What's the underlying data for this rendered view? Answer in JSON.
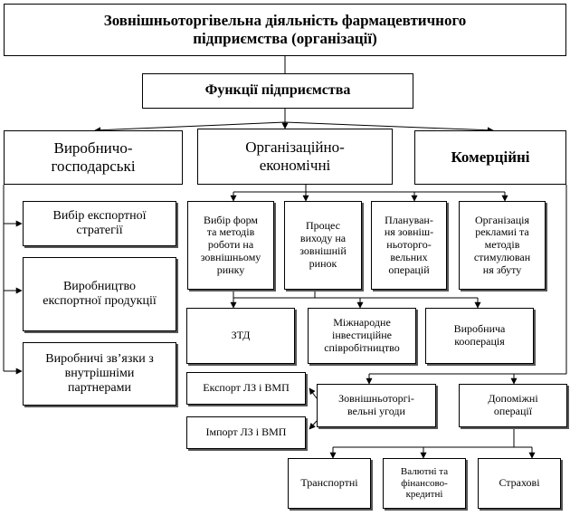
{
  "title": "Зовнішньоторгівельна діяльність фармацевтичного\nпідприємства (організації)",
  "functions": "Функції підприємства",
  "categories": {
    "production": "Виробничо-\nгосподарські",
    "organizational": "Організаційно-\nекономічні",
    "commercial": "Комерційні"
  },
  "production_items": {
    "strategy": "Вибір експортної\nстратегії",
    "manufacturing": "Виробництво\nекспортної продукції",
    "partners": "Виробничі зв’язки з\nвнутрішніми\nпартнерами"
  },
  "org_items": {
    "forms": "Вибір форм\nта методів\nроботи на\nзовнішньому\nринку",
    "entry": "Процес\nвиходу на\nзовнішній\nринок",
    "planning": "Плануван-\nня зовніш-\nньоторго-\nвельних\nоперацій",
    "advertising": "Організація\nрекламиi та\nметодів\nстимулюван\nня збуту"
  },
  "activities": {
    "ztd": "ЗТД",
    "investment": "Міжнародне\nінвестиційне\nспівробітництво",
    "cooperation": "Виробнича\nкооперація"
  },
  "trade": {
    "export": "Експорт ЛЗ і ВМП",
    "import": "Імпорт ЛЗ і ВМП",
    "deals": "Зовнішньоторгі-\nвельні угоди",
    "auxiliary": "Допоміжні\nоперації"
  },
  "auxiliary_items": {
    "transport": "Транспортні",
    "currency": "Валютні та\nфінансово-\nкредитні",
    "insurance": "Страхові"
  },
  "colors": {
    "line": "#000000",
    "shadow": "#555555",
    "background": "#ffffff"
  }
}
